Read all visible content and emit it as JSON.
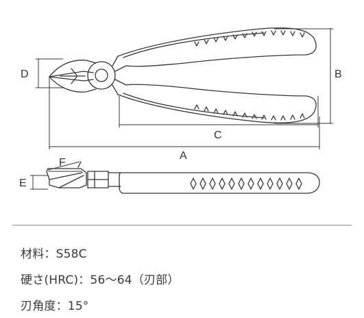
{
  "drawing": {
    "labels": {
      "a": "A",
      "b": "B",
      "c": "C",
      "d": "D",
      "e": "E",
      "f": "F"
    }
  },
  "specs": [
    {
      "text": "材料：S58C"
    },
    {
      "text": "硬さ(HRC)：56〜64（刃部）"
    },
    {
      "text": "刃角度：15°"
    }
  ]
}
